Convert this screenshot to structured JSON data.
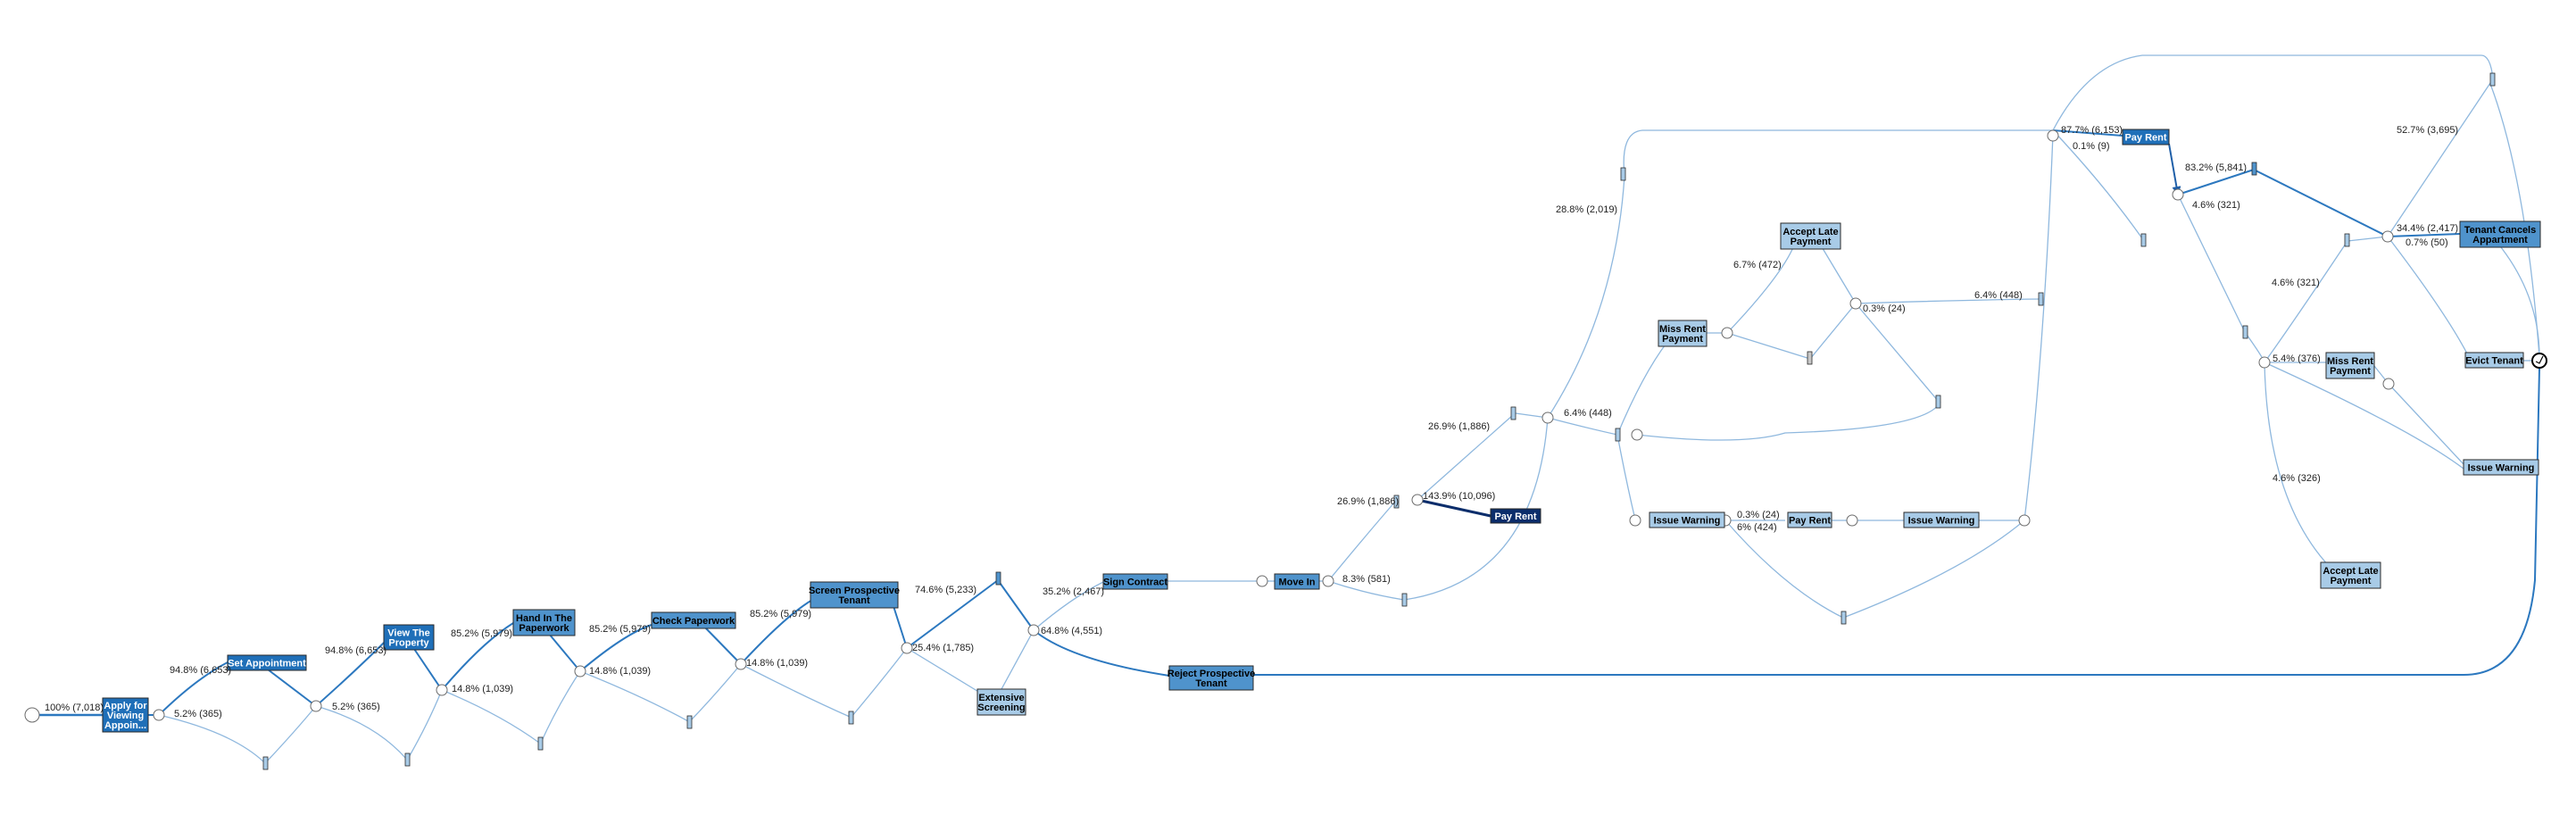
{
  "colors": {
    "edge": "#8fb8de",
    "edge_strong": "#2c78bf",
    "node_dark": "#1f6fb8",
    "node_mid": "#4f93cc",
    "node_light": "#a8cbe7",
    "node_darkest": "#0b2d6b",
    "border": "#2a2a2a"
  },
  "nodes": [
    {
      "id": "apply",
      "label": "Apply for\nViewing\nAppoin...",
      "shade": "dark"
    },
    {
      "id": "set_appt",
      "label": "Set Appointment",
      "shade": "dark"
    },
    {
      "id": "view_prop",
      "label": "View The\nProperty",
      "shade": "dark"
    },
    {
      "id": "hand_in",
      "label": "Hand In The\nPaperwork",
      "shade": "mid"
    },
    {
      "id": "check_pw",
      "label": "Check Paperwork",
      "shade": "mid"
    },
    {
      "id": "screen",
      "label": "Screen Prospective\nTenant",
      "shade": "mid"
    },
    {
      "id": "ext_screen",
      "label": "Extensive\nScreening",
      "shade": "light"
    },
    {
      "id": "sign",
      "label": "Sign Contract",
      "shade": "mid"
    },
    {
      "id": "move_in",
      "label": "Move In",
      "shade": "mid"
    },
    {
      "id": "reject",
      "label": "Reject Prospective\nTenant",
      "shade": "mid"
    },
    {
      "id": "pay_rent_main",
      "label": "Pay Rent",
      "shade": "darkest"
    },
    {
      "id": "accept_late_1",
      "label": "Accept Late\nPayment",
      "shade": "light"
    },
    {
      "id": "miss_rent_1",
      "label": "Miss Rent\nPayment",
      "shade": "light"
    },
    {
      "id": "issue_warn_1",
      "label": "Issue Warning",
      "shade": "light"
    },
    {
      "id": "pay_rent_2",
      "label": "Pay Rent",
      "shade": "light"
    },
    {
      "id": "issue_warn_2",
      "label": "Issue Warning",
      "shade": "light"
    },
    {
      "id": "pay_rent_top",
      "label": "Pay Rent",
      "shade": "dark"
    },
    {
      "id": "tenant_cancels",
      "label": "Tenant Cancels\nAppartment",
      "shade": "mid"
    },
    {
      "id": "miss_rent_2",
      "label": "Miss Rent\nPayment",
      "shade": "light"
    },
    {
      "id": "evict",
      "label": "Evict Tenant",
      "shade": "light"
    },
    {
      "id": "issue_warn_3",
      "label": "Issue Warning",
      "shade": "light"
    },
    {
      "id": "accept_late_2",
      "label": "Accept Late\nPayment",
      "shade": "light"
    }
  ],
  "edge_labels": [
    {
      "id": "e_start",
      "text": "100% (7,018)"
    },
    {
      "id": "e_set_appt",
      "text": "94.8% (6,653)"
    },
    {
      "id": "e_skip1",
      "text": "5.2% (365)"
    },
    {
      "id": "e_view",
      "text": "94.8% (6,653)"
    },
    {
      "id": "e_skip2",
      "text": "5.2% (365)"
    },
    {
      "id": "e_hand",
      "text": "85.2% (5,979)"
    },
    {
      "id": "e_skip3",
      "text": "14.8% (1,039)"
    },
    {
      "id": "e_check",
      "text": "85.2% (5,979)"
    },
    {
      "id": "e_skip4",
      "text": "14.8% (1,039)"
    },
    {
      "id": "e_screen",
      "text": "85.2% (5,979)"
    },
    {
      "id": "e_skip5",
      "text": "14.8% (1,039)"
    },
    {
      "id": "e_74",
      "text": "74.6% (5,233)"
    },
    {
      "id": "e_25",
      "text": "25.4% (1,785)"
    },
    {
      "id": "e_sign",
      "text": "35.2% (2,467)"
    },
    {
      "id": "e_reject",
      "text": "64.8% (4,551)"
    },
    {
      "id": "e_moveout",
      "text": "8.3% (581)"
    },
    {
      "id": "e_269a",
      "text": "26.9% (1,886)"
    },
    {
      "id": "e_269b",
      "text": "26.9% (1,886)"
    },
    {
      "id": "e_143",
      "text": "143.9% (10,096)"
    },
    {
      "id": "e_288",
      "text": "28.8% (2,019)"
    },
    {
      "id": "e_64a",
      "text": "6.4% (448)"
    },
    {
      "id": "e_67",
      "text": "6.7% (472)"
    },
    {
      "id": "e_03a",
      "text": "0.3% (24)"
    },
    {
      "id": "e_64b",
      "text": "6.4% (448)"
    },
    {
      "id": "e_03b",
      "text": "0.3% (24)"
    },
    {
      "id": "e_6",
      "text": "6% (424)"
    },
    {
      "id": "e_877",
      "text": "87.7% (6,153)"
    },
    {
      "id": "e_01",
      "text": "0.1% (9)"
    },
    {
      "id": "e_832",
      "text": "83.2% (5,841)"
    },
    {
      "id": "e_46a",
      "text": "4.6% (321)"
    },
    {
      "id": "e_527",
      "text": "52.7% (3,695)"
    },
    {
      "id": "e_344",
      "text": "34.4% (2,417)"
    },
    {
      "id": "e_07",
      "text": "0.7% (50)"
    },
    {
      "id": "e_46b",
      "text": "4.6% (321)"
    },
    {
      "id": "e_54",
      "text": "5.4% (376)"
    },
    {
      "id": "e_46c",
      "text": "4.6% (326)"
    }
  ]
}
